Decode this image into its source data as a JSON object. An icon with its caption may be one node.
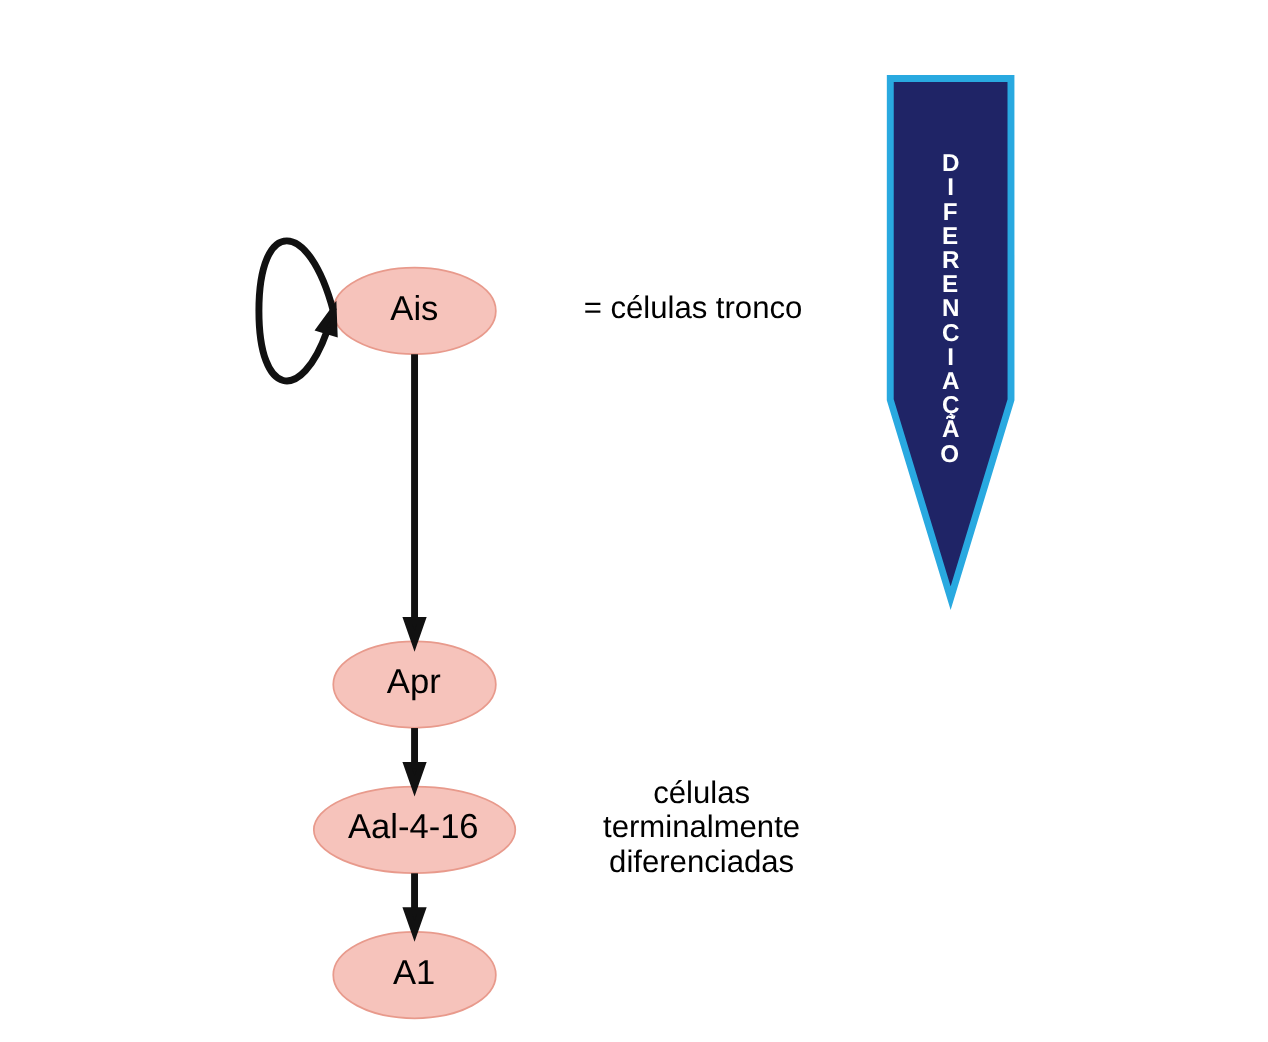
{
  "diagram": {
    "nodes": [
      {
        "text": [
          "Ais"
        ],
        "beside": [
          "= células tronco"
        ]
      },
      {
        "text": [
          "Apr"
        ]
      },
      {
        "text": [
          "Aal-4-16"
        ]
      },
      {
        "text": [
          "A1"
        ]
      },
      {
        "text": [
          "DIFERENCIAÇÃO"
        ]
      }
    ],
    "edges": [
      {
        "from": 0,
        "to": 0,
        "arrow": "to"
      },
      {
        "from": 0,
        "to": 1,
        "arrow": "to"
      },
      {
        "from": 1,
        "to": 2,
        "arrow": "to"
      },
      {
        "from": 2,
        "to": 3,
        "arrow": "to"
      }
    ],
    "labels": [
      "células terminalmente diferenciadas"
    ]
  }
}
